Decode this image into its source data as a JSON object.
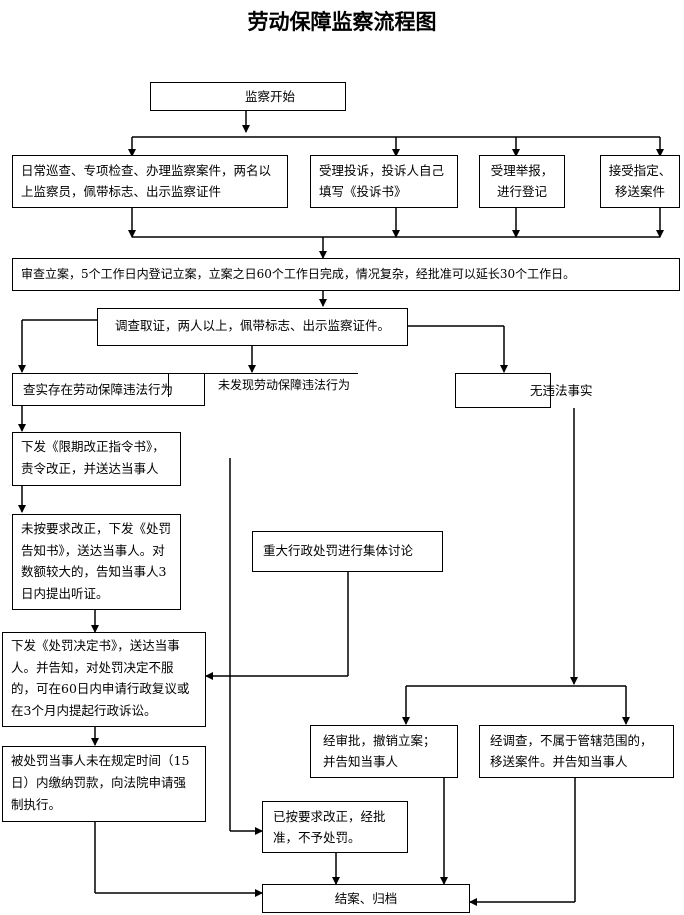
{
  "title": "劳动保障监察流程图",
  "nodes": {
    "start": "监察开始",
    "daily": "日常巡查、专项检查、办理监察案件，两名以上监察员，佩带标志、出示监察证件",
    "complaint": "受理投诉，投诉人自己填写《投诉书》",
    "report": "受理举报，进行登记",
    "transfer": "接受指定、移送案件",
    "review": "审查立案，5个工作日内登记立案，立案之日60个工作日完成，情况复杂，经批准可以延长30个工作日。",
    "investigate": "调查取证，两人以上，佩带标志、出示监察证件。",
    "violation": "查实存在劳动保障违法行为",
    "no_violation_found": "未发现劳动保障违法行为",
    "no_fact": "无违法事实",
    "order": "下发《限期改正指令书》，责令改正，并送达当事人",
    "notice": "未按要求改正，下发《处罚告知书》，送达当事人。对数额较大的，告知当事人3日内提出听证。",
    "major": "重大行政处罚进行集体讨论",
    "decision": "下发《处罚决定书》，送达当事人。并告知，对处罚决定不服的，可在60日内申请行政复议或在3个月内提起行政诉讼。",
    "enforce": "被处罚当事人未在规定时间（15日）内缴纳罚款，向法院申请强制执行。",
    "revoke": "经审批，撤销立案；并告知当事人",
    "outside": "经调查，不属于管辖范围的，移送案件。并告知当事人",
    "corrected": "已按要求改正，经批准，不予处罚。",
    "close": "结案、归档"
  }
}
